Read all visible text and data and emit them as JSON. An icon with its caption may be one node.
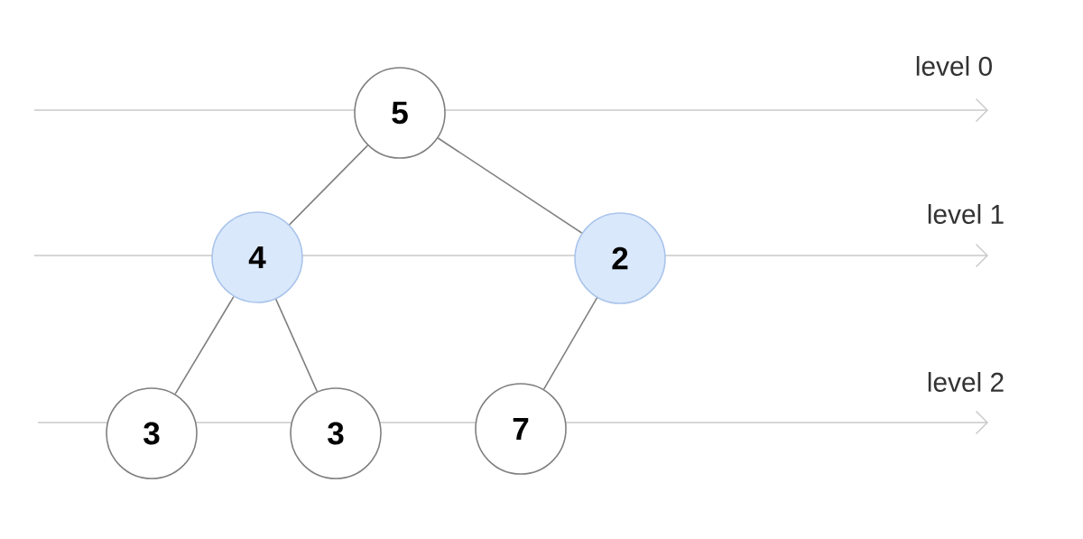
{
  "diagram": {
    "nodes": [
      {
        "text": [
          "5"
        ]
      },
      {
        "text": [
          "4"
        ]
      },
      {
        "text": [
          "2"
        ]
      },
      {
        "text": [
          "3"
        ]
      },
      {
        "text": [
          "3"
        ]
      },
      {
        "text": [
          "7"
        ]
      }
    ],
    "edges": [
      {
        "from": 0,
        "to": 1,
        "arrow": "none"
      },
      {
        "from": 0,
        "to": 2,
        "arrow": "none"
      },
      {
        "from": 1,
        "to": 3,
        "arrow": "none"
      },
      {
        "from": 1,
        "to": 4,
        "arrow": "none"
      },
      {
        "from": 2,
        "to": 5,
        "arrow": "none"
      }
    ],
    "labels": [
      "level 0",
      "level 1",
      "level 2"
    ]
  }
}
